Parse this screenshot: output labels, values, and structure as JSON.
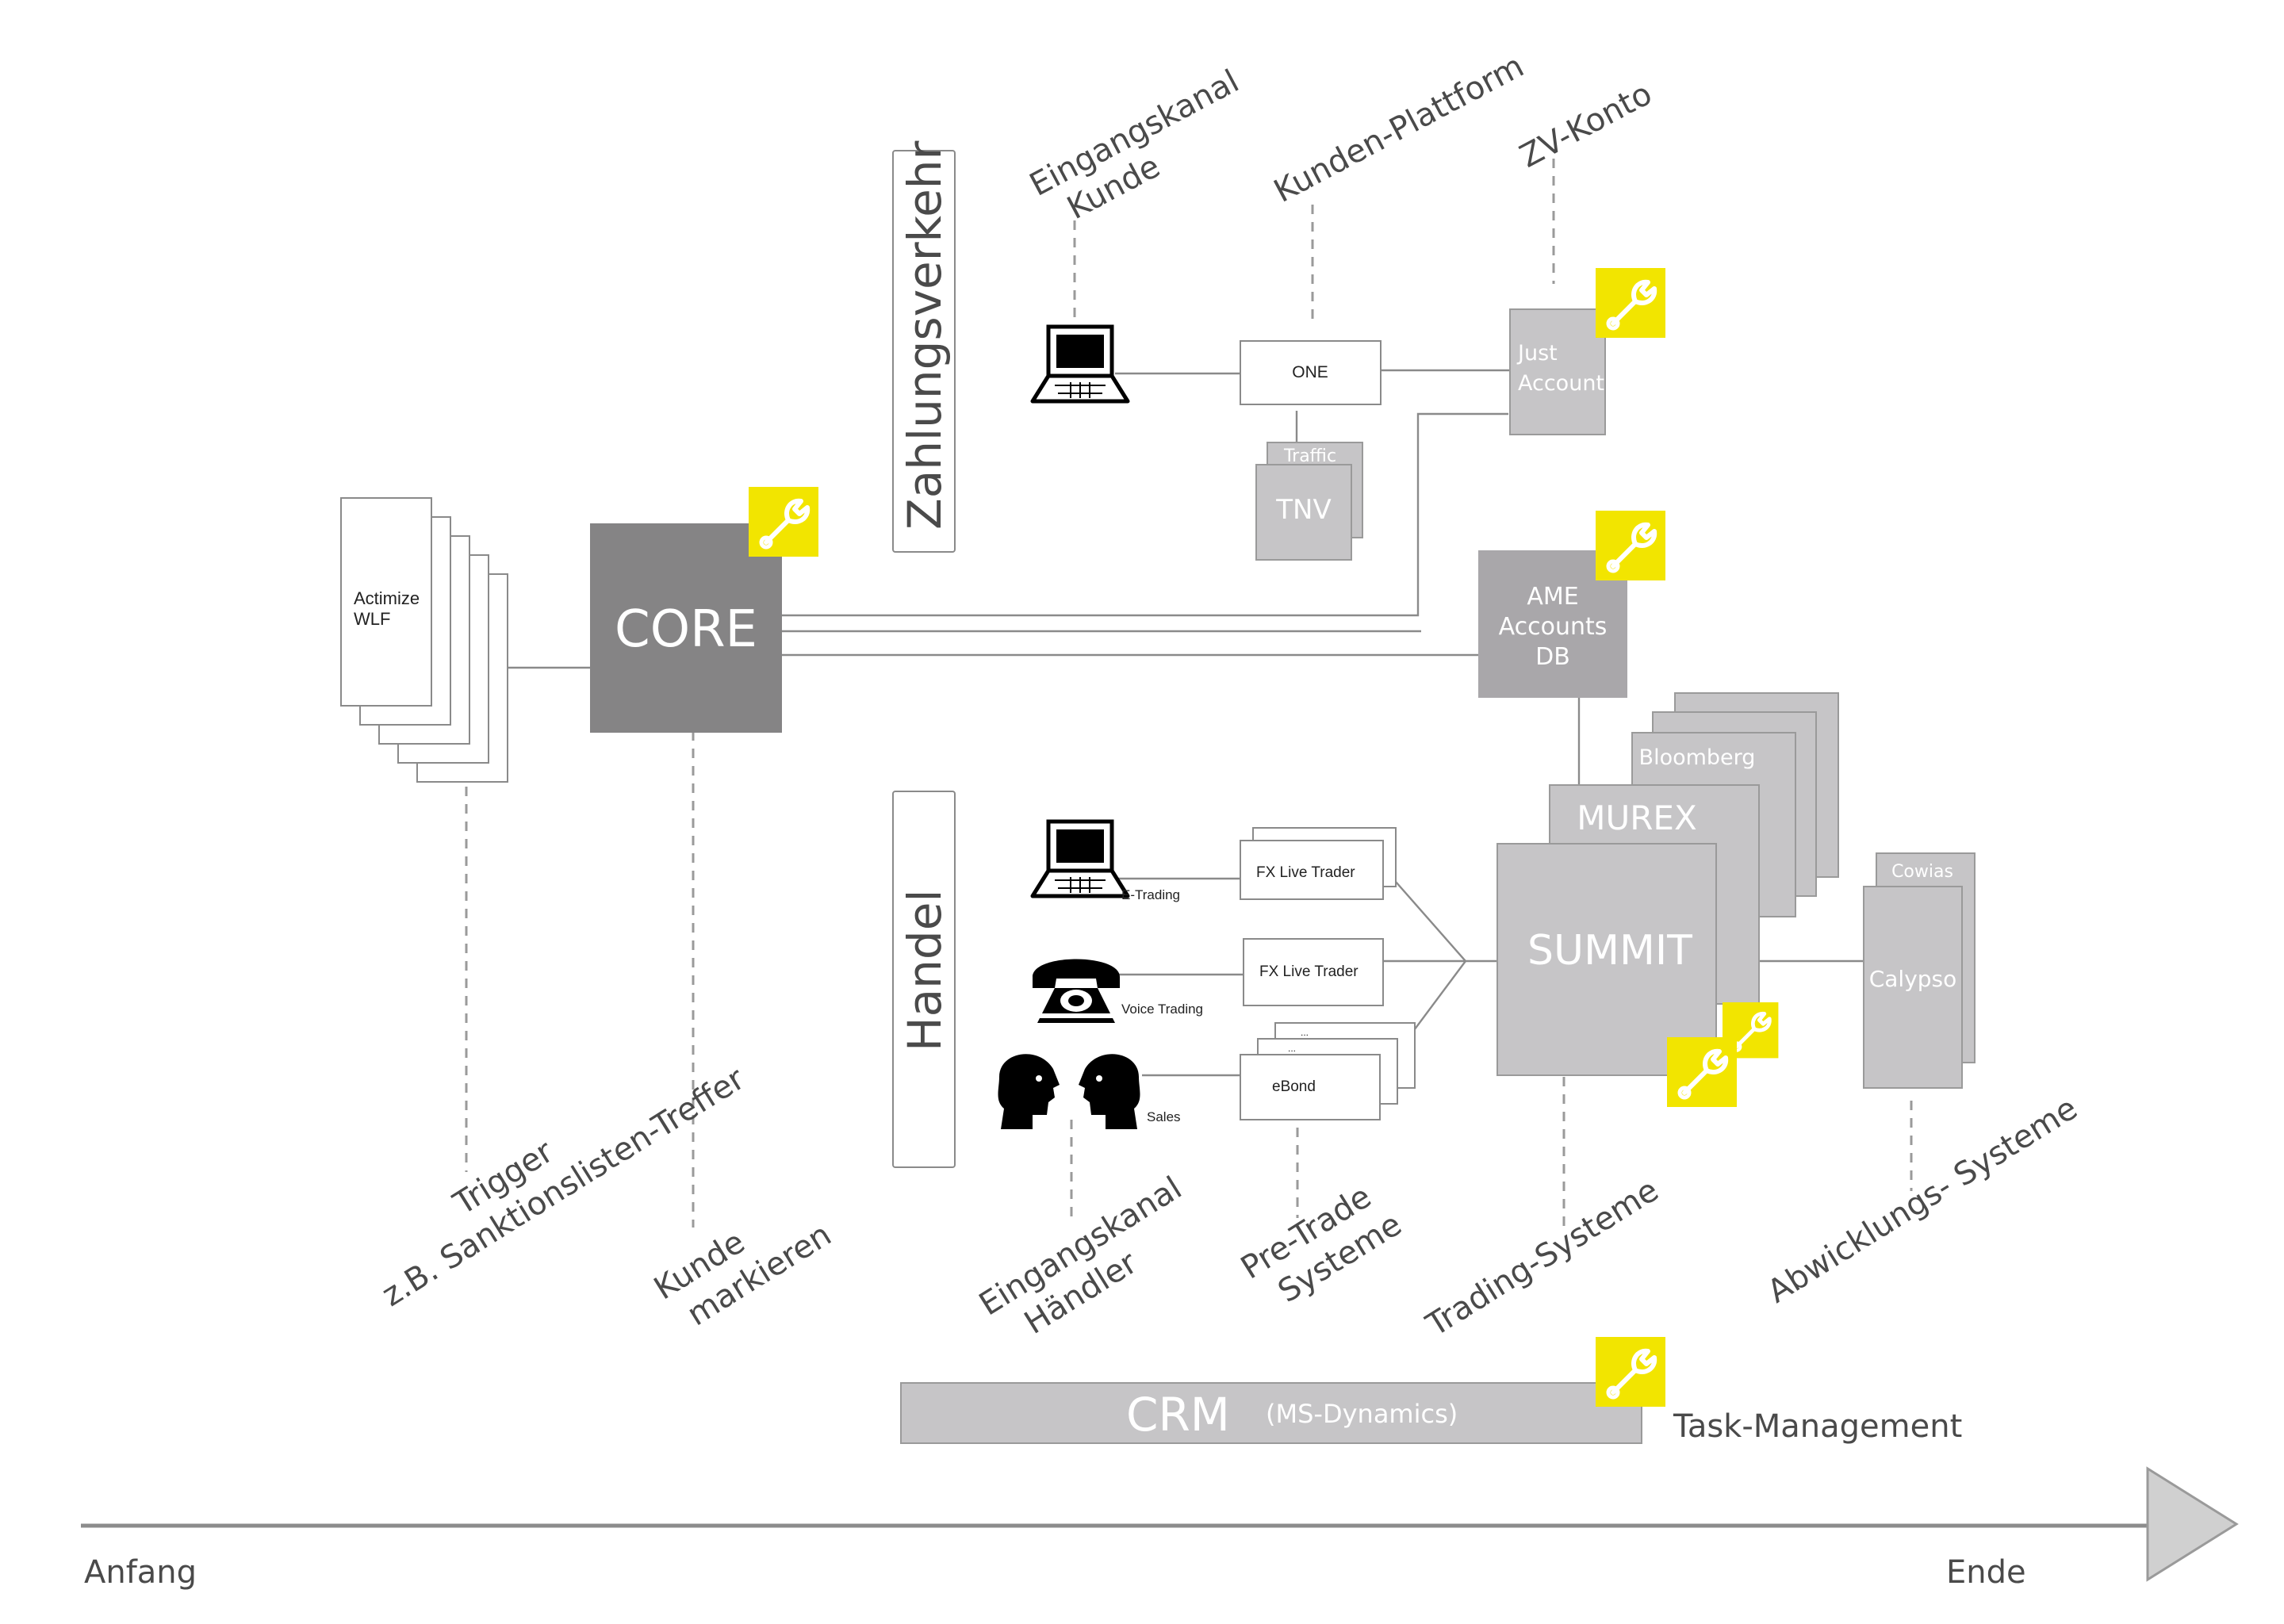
{
  "labels": {
    "eingangskanal_kunde": [
      "Eingangskanal",
      "Kunde"
    ],
    "kunden_plattform": "Kunden-Plattform",
    "zv_konto": "ZV-Konto",
    "zahlungsverkehr": "Zahlungsverkehr",
    "handel": "Handel",
    "trigger": [
      "Trigger",
      "z.B. Sanktionslisten-Treffer"
    ],
    "kunde_markieren": [
      "Kunde",
      "markieren"
    ],
    "eingangskanal_haendler": [
      "Eingangskanal",
      "Händler"
    ],
    "pre_trade": [
      "Pre-Trade",
      "Systeme"
    ],
    "trading_systeme": "Trading-Systeme",
    "abwicklungs_systeme": "Abwicklungs- Systeme",
    "task_management": "Task-Management"
  },
  "nodes": {
    "actimize": [
      "Actimize",
      "WLF"
    ],
    "core": "CORE",
    "one": "ONE",
    "traffic": "Traffic",
    "tnv": "TNV",
    "just_account": [
      "Just",
      "Account"
    ],
    "ame": [
      "AME",
      "Accounts",
      "DB"
    ],
    "bloomberg": "Bloomberg",
    "murex": "MUREX",
    "summit": "SUMMIT",
    "cowias": "Cowias",
    "calypso": "Calypso",
    "fx_live_trader_1": "FX Live Trader",
    "fx_live_trader_2": "FX Live Trader",
    "ebond": "eBond",
    "ebond_stack_dots": "...",
    "e_trading": "E-Trading",
    "voice_trading": "Voice Trading",
    "sales": "Sales",
    "crm": "CRM",
    "crm_sub": "(MS-Dynamics)"
  },
  "timeline": {
    "start": "Anfang",
    "end": "Ende"
  },
  "colors": {
    "accent_yellow": "#f2e500",
    "core_grey": "#858485",
    "ame_grey": "#a9a7aa",
    "system_grey": "#c6c5c7",
    "line_grey": "#8a8a8a"
  },
  "icons": [
    "wrench-icon",
    "laptop-icon",
    "telephone-icon",
    "two-heads-icon",
    "arrow-icon"
  ]
}
